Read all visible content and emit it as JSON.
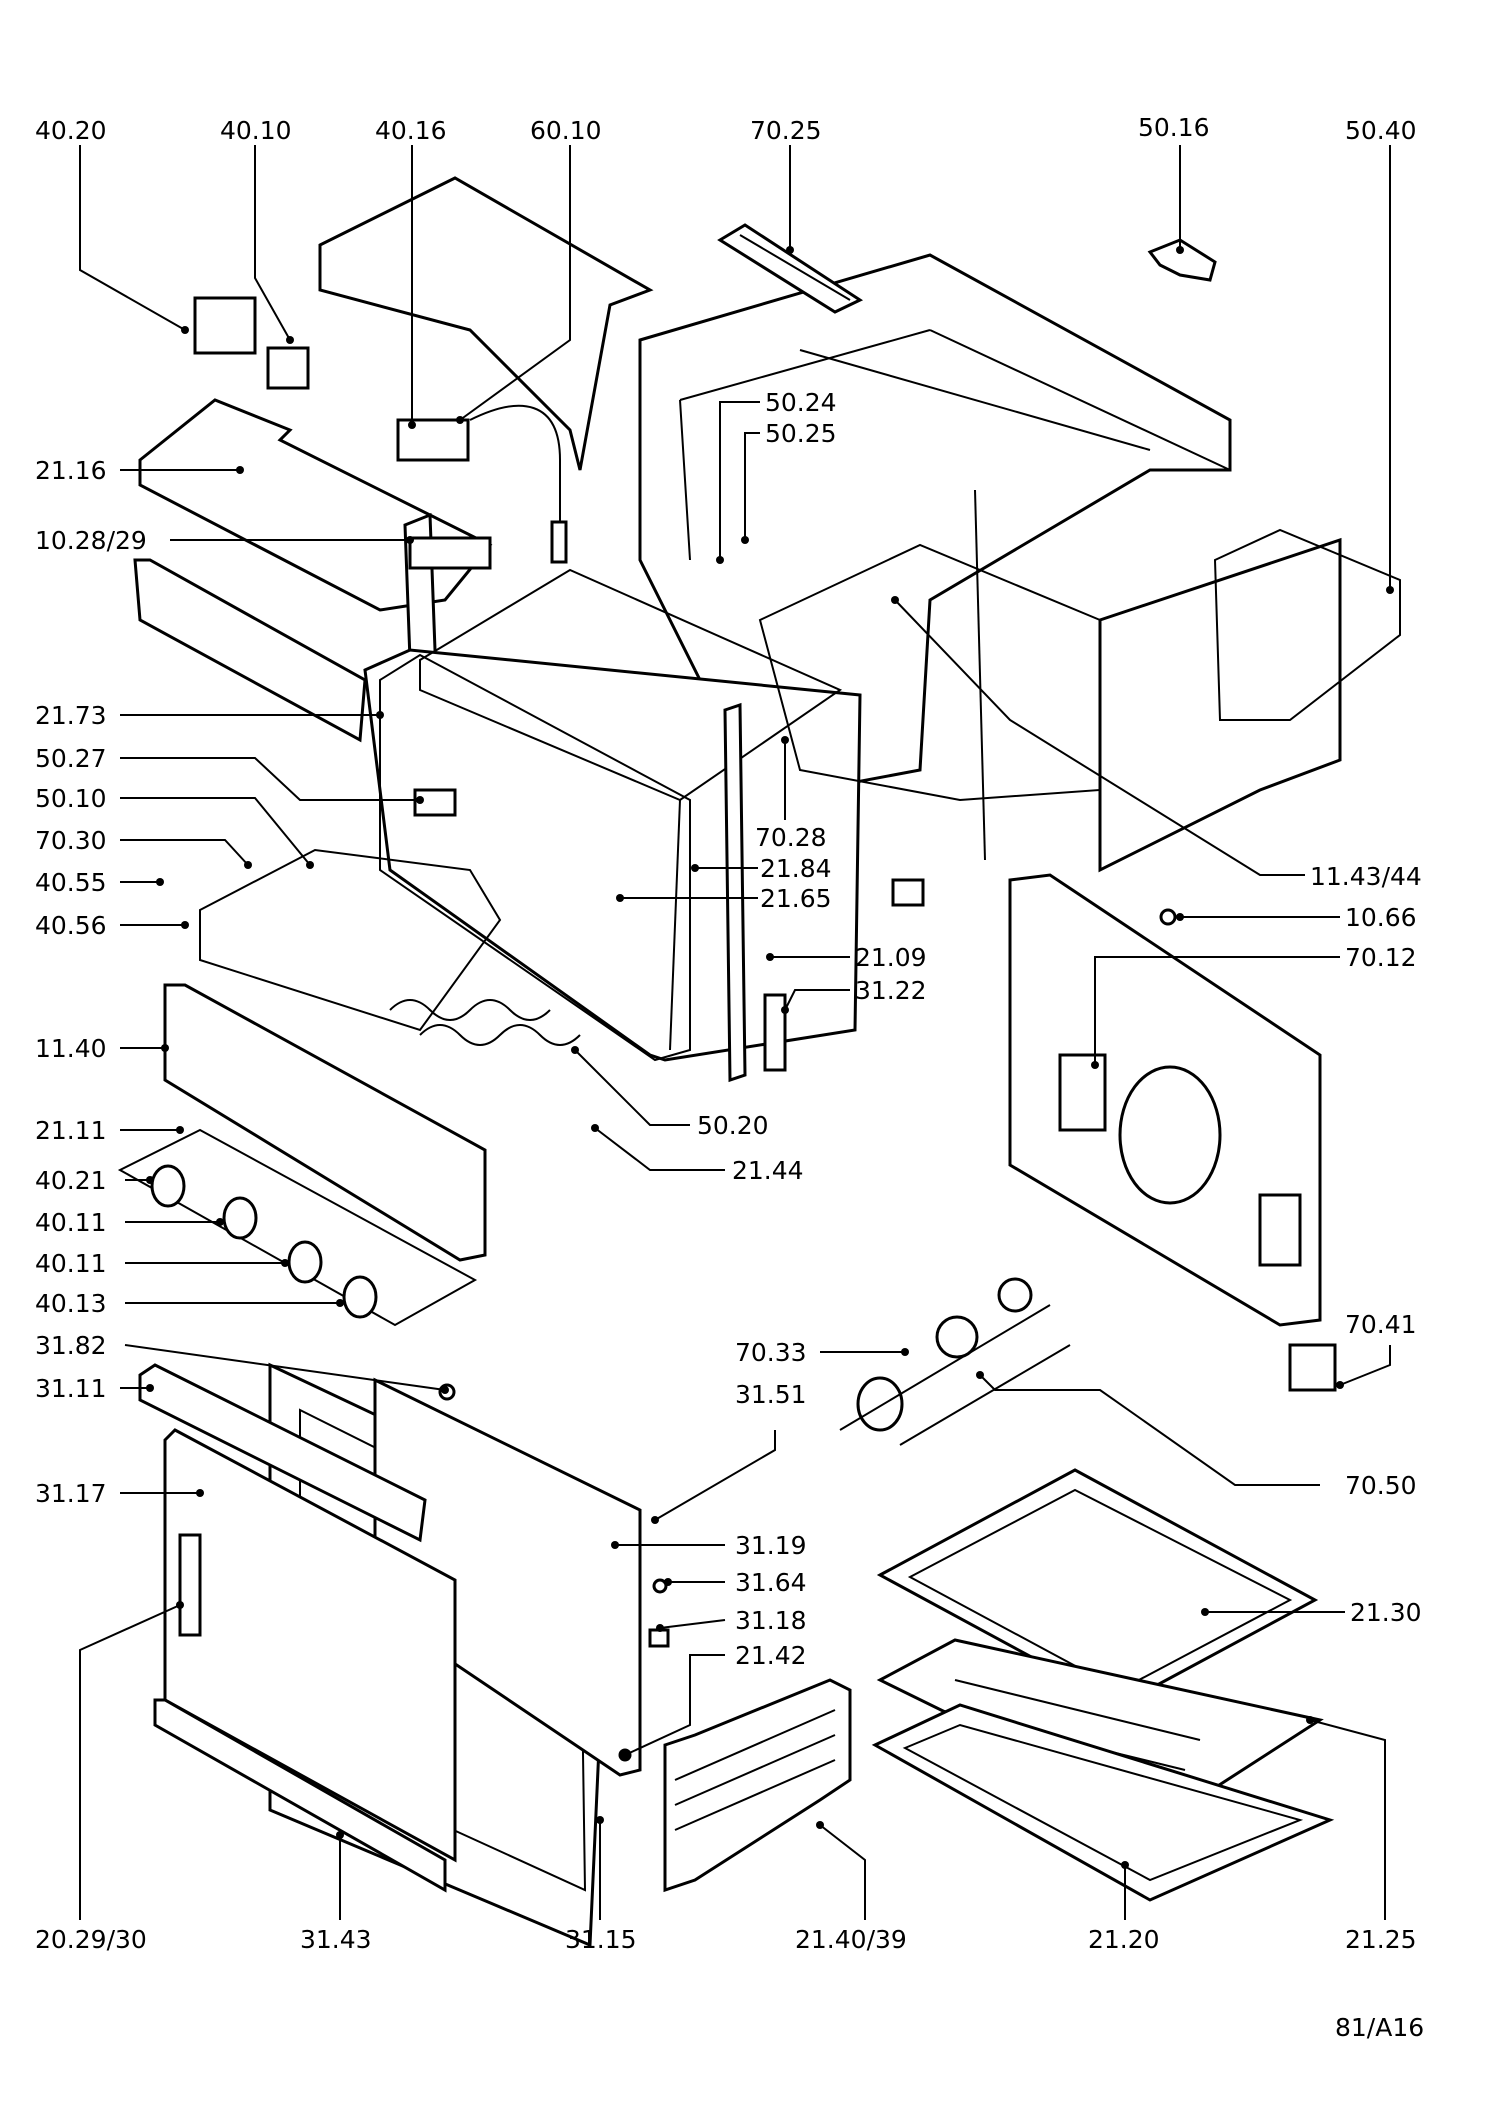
{
  "diagram": {
    "type": "exploded-parts-view",
    "footer_code": "81/A16",
    "callouts": {
      "c4020": "40.20",
      "c4010": "40.10",
      "c4016": "40.16",
      "c6010": "60.10",
      "c7025": "70.25",
      "c5016": "50.16",
      "c5040": "50.40",
      "c5024": "50.24",
      "c5025": "50.25",
      "c2116": "21.16",
      "c1028": "10.28/29",
      "c2173": "21.73",
      "c5027": "50.27",
      "c5010": "50.10",
      "c7030": "70.30",
      "c4055": "40.55",
      "c4056": "40.56",
      "c7028": "70.28",
      "c2184": "21.84",
      "c2165": "21.65",
      "c1143": "11.43/44",
      "c1066": "10.66",
      "c2109": "21.09",
      "c7012": "70.12",
      "c3122": "31.22",
      "c1140": "11.40",
      "c5020": "50.20",
      "c2111": "21.11",
      "c2144": "21.44",
      "c4021": "40.21",
      "c4011a": "40.11",
      "c4011b": "40.11",
      "c4013": "40.13",
      "c3182": "31.82",
      "c7041": "70.41",
      "c7033": "70.33",
      "c3111": "31.11",
      "c3151": "31.51",
      "c7050": "70.50",
      "c3117": "31.17",
      "c3119": "31.19",
      "c3164": "31.64",
      "c3118": "31.18",
      "c2142": "21.42",
      "c2130": "21.30",
      "c2029": "20.29/30",
      "c3143": "31.43",
      "c3115": "31.15",
      "c2140": "21.40/39",
      "c2120": "21.20",
      "c2125": "21.25"
    }
  }
}
